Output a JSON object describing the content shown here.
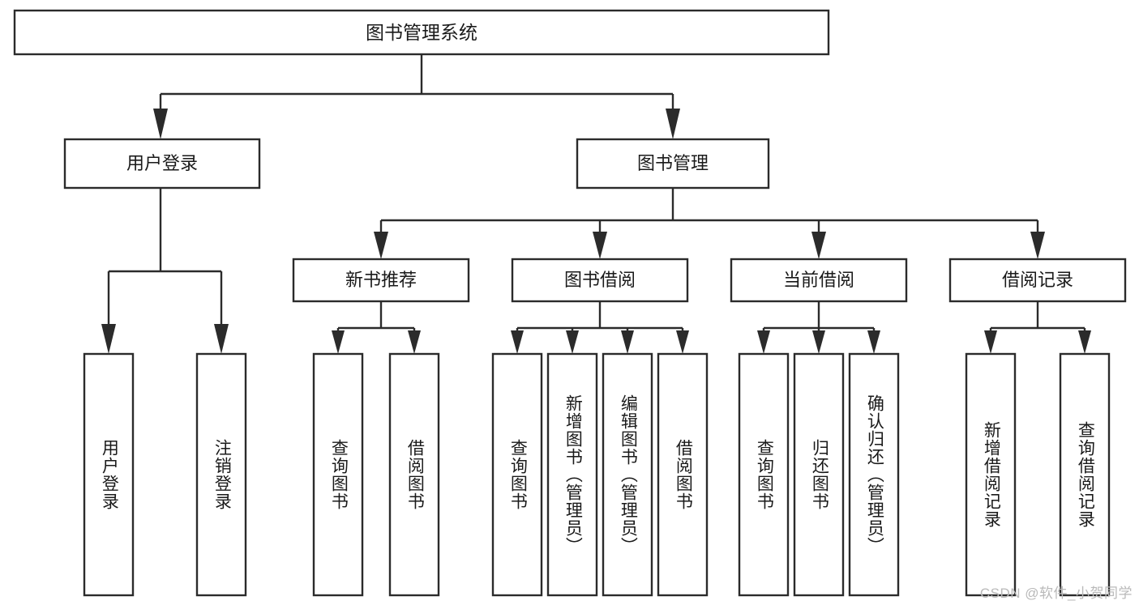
{
  "diagram": {
    "title": "图书管理系统",
    "type": "hierarchy-tree",
    "root": {
      "label": "图书管理系统"
    },
    "level2": [
      {
        "label": "用户登录"
      },
      {
        "label": "图书管理"
      }
    ],
    "level3": [
      {
        "label": "新书推荐"
      },
      {
        "label": "图书借阅"
      },
      {
        "label": "当前借阅"
      },
      {
        "label": "借阅记录"
      }
    ],
    "leaves": {
      "user_login": [
        {
          "label": "用户登录"
        },
        {
          "label": "注销登录"
        }
      ],
      "new_book_recommend": [
        {
          "label": "查询图书"
        },
        {
          "label": "借阅图书"
        }
      ],
      "book_borrow": [
        {
          "label": "查询图书"
        },
        {
          "label": "新增图书（管理员）"
        },
        {
          "label": "编辑图书（管理员）"
        },
        {
          "label": "借阅图书"
        }
      ],
      "current_borrow": [
        {
          "label": "查询图书"
        },
        {
          "label": "归还图书"
        },
        {
          "label": "确认归还（管理员）"
        }
      ],
      "borrow_record": [
        {
          "label": "新增借阅记录"
        },
        {
          "label": "查询借阅记录"
        }
      ]
    }
  },
  "watermark": {
    "text": "CSDN @软件_小贺同学"
  },
  "colors": {
    "stroke": "#2b2b2b",
    "box_fill": "#ffffff",
    "text": "#1a1a1a",
    "background": "#ffffff",
    "watermark": "#b9b9b9"
  }
}
